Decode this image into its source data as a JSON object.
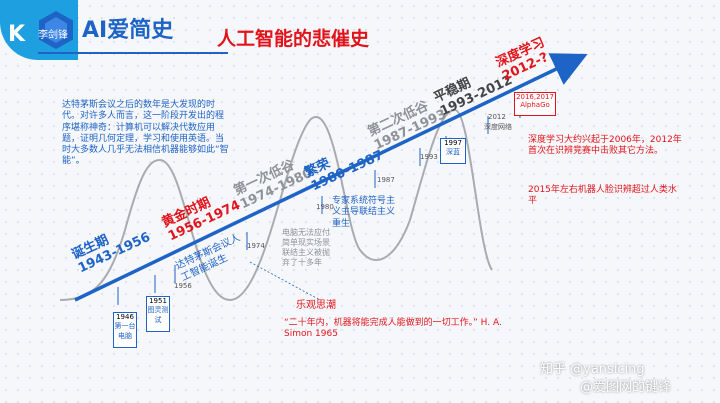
{
  "header": {
    "brand": "AI爱简史",
    "title": "人工智能的悲催史",
    "badge_k": "K",
    "badge_name": "李剑锋"
  },
  "phases": {
    "birth_title": "诞生期",
    "birth_years": "1943-1956",
    "golden_title": "黄金时期",
    "golden_years": "1956-1974",
    "winter1_title": "第一次低谷",
    "winter1_years": "1974-1980",
    "boom_title": "繁荣",
    "boom_years": "1980-1987",
    "winter2_title": "第二次低谷",
    "winter2_years": "1987-1993",
    "stable_title": "平稳期",
    "stable_years": "1993-2012",
    "deep_title": "深度学习",
    "deep_years": "2012-?"
  },
  "milestones": {
    "y1946": "1946",
    "y1946_text": "第一台电脑",
    "y1951": "1951",
    "y1951_text": "图灵测试",
    "y1956": "1956",
    "y1956_text": "达特茅斯会议人工智能诞生",
    "y1974": "1974",
    "y1974_text": "电脑无法应付简单现实场景联结主义被抛弃了十多年",
    "y1980": "1980",
    "y1980_text": "专家系统符号主义主导联结主义重生",
    "y1987": "1987",
    "y1993": "1993",
    "y1997": "1997",
    "y1997_text": "深蓝",
    "y2012": "2012",
    "y2012_text": "深度网络",
    "y2016": "2016,2017",
    "y2016_text": "AlphaGo"
  },
  "notes": {
    "dartmouth": "达特茅斯会议之后的数年是大发现的时代。对许多人而言，这一阶段开发出的程序堪称神奇：计算机可以解决代数应用题，证明几何定理，学习和使用英语。当时大多数人几乎无法相信机器能够如此“智能”。",
    "optimism_title": "乐观思潮",
    "optimism_quote": "“二十年内，机器将能完成人能做到的一切工作。” H. A. Simon 1965",
    "deep_note1": "深度学习大约兴起于2006年，2012年首次在识辨竞赛中击败其它方法。",
    "deep_note2": "2015年左右机器人脸识辨超过人类水平"
  },
  "watermark": {
    "line1": "知乎 @yansicing",
    "line2": "@爱图网的键锋"
  },
  "colors": {
    "blue": "#1e63c6",
    "red": "#e1141b",
    "gray": "#8e9299",
    "badge": "#1e9fe0"
  }
}
